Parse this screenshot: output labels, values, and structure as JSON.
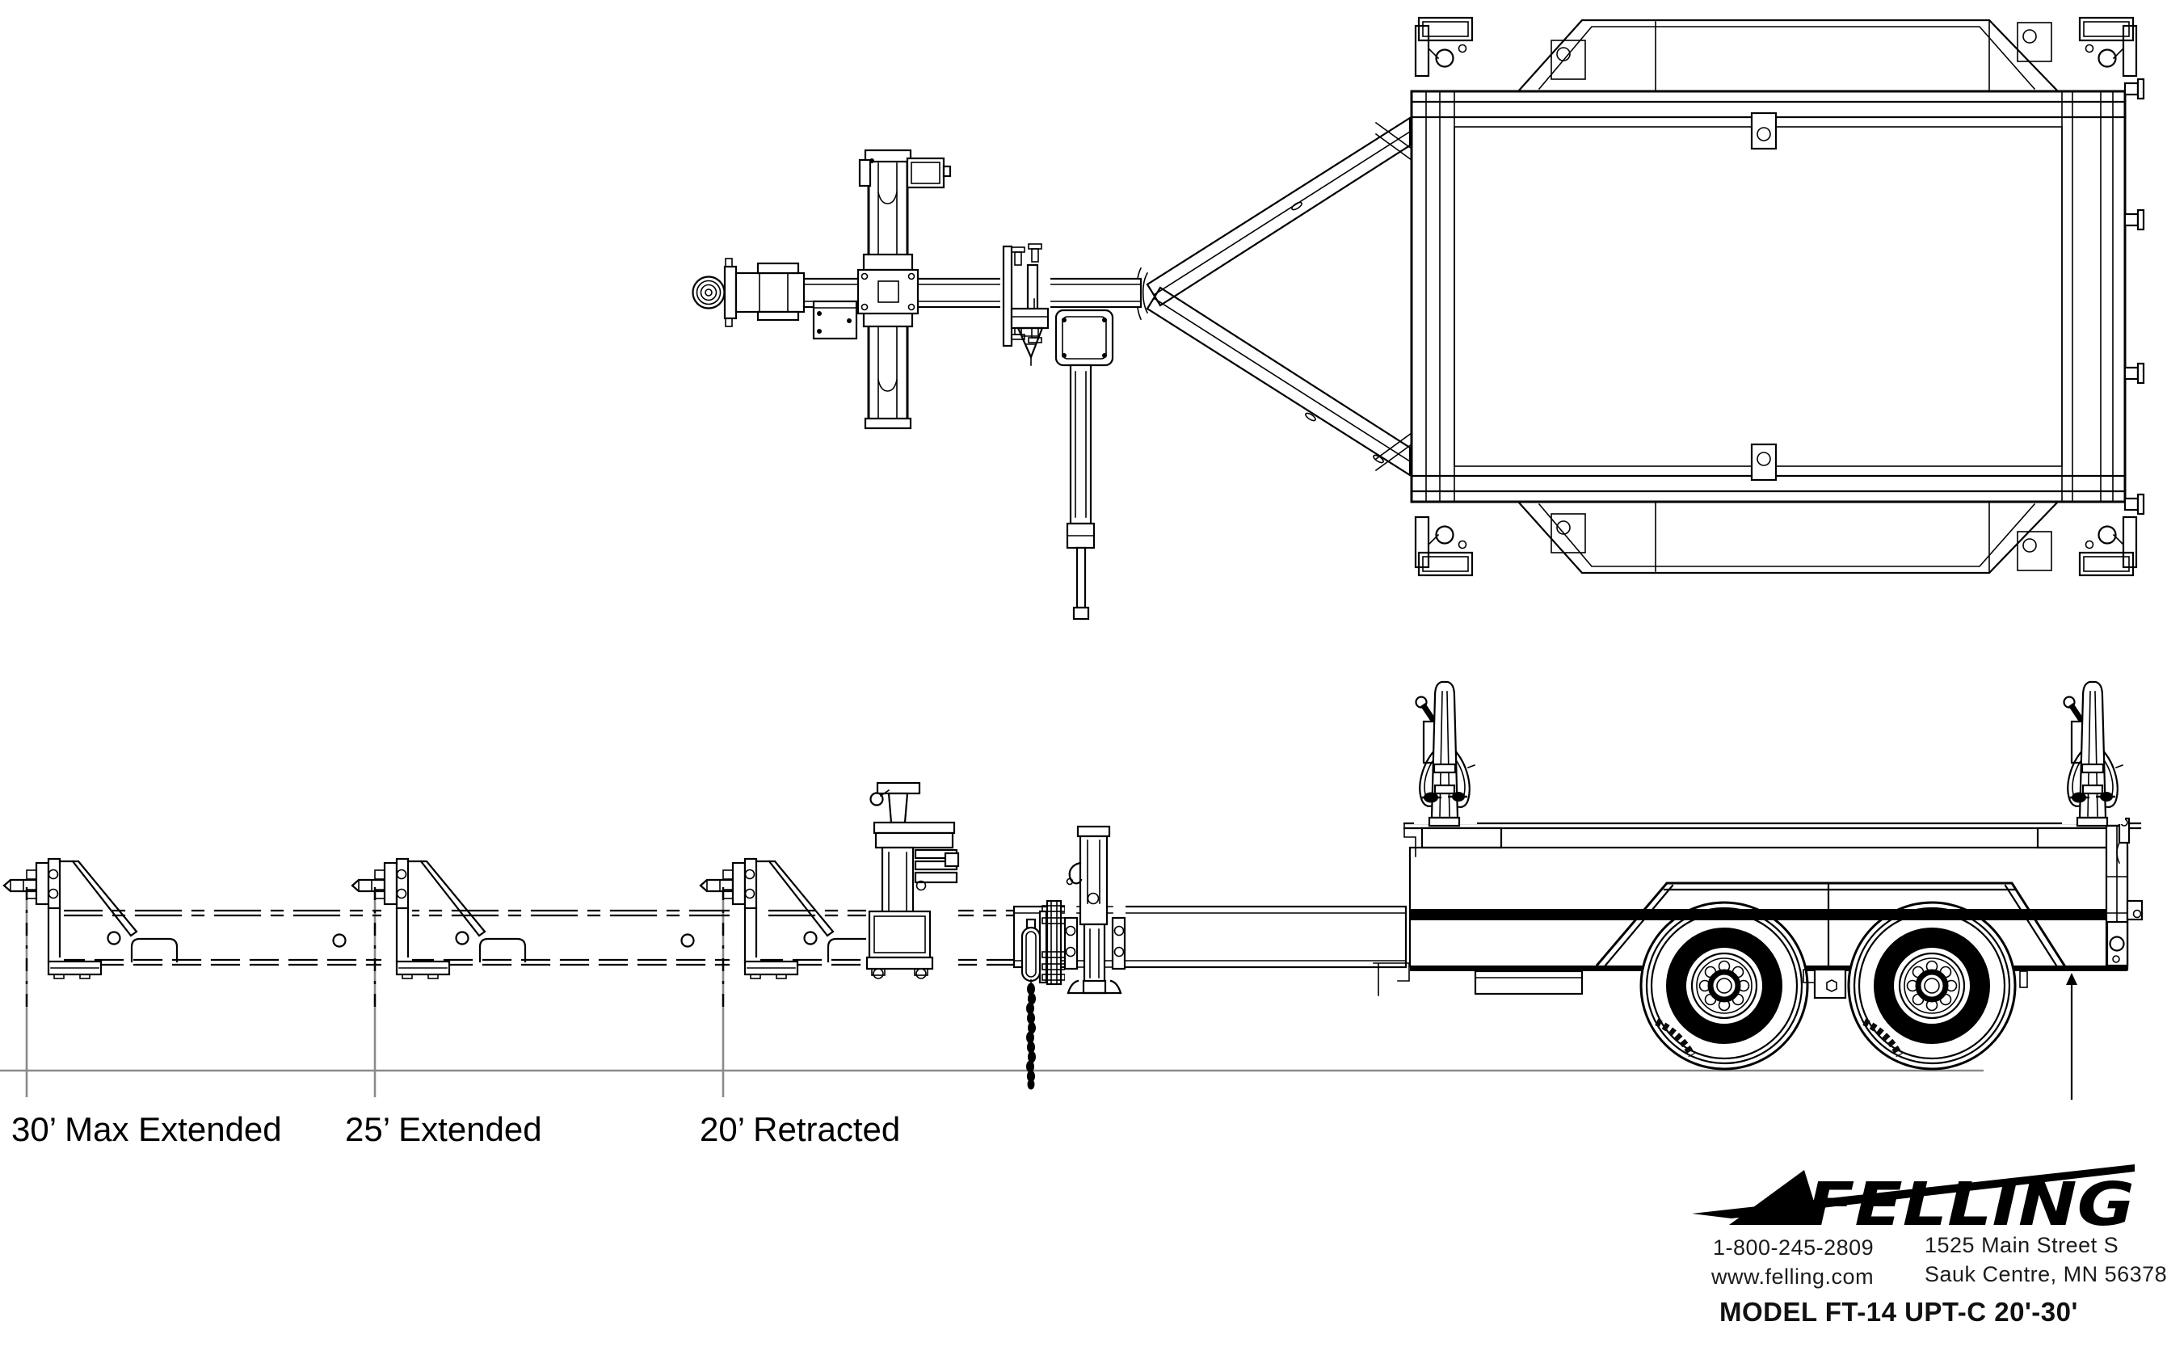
{
  "drawing": {
    "positions": [
      {
        "id": "30-max-extended",
        "label": "30’ Max Extended"
      },
      {
        "id": "25-extended",
        "label": "25’ Extended"
      },
      {
        "id": "20-retracted",
        "label": "20’ Retracted"
      }
    ]
  },
  "title_block": {
    "brand": "FELLING",
    "phone": "1-800-245-2809",
    "website": "www.felling.com",
    "address_line1": "1525 Main Street S",
    "address_line2": "Sauk Centre, MN 56378",
    "model": "MODEL FT-14 UPT-C 20'-30'"
  },
  "colors": {
    "line": "#000000",
    "ground_line": "#8a8a8a",
    "background": "#ffffff"
  }
}
